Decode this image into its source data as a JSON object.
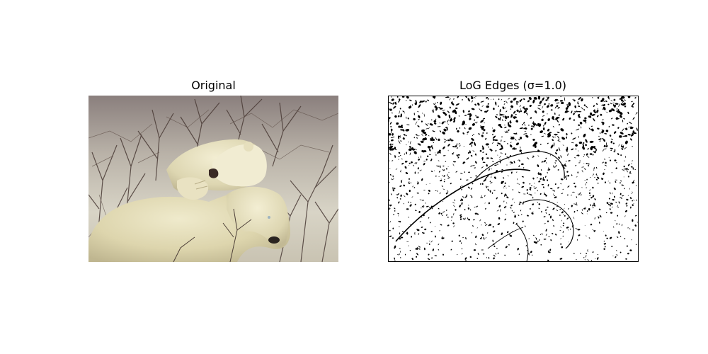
{
  "figure": {
    "panels": [
      {
        "title": "Original",
        "image_description_icon": "polar-bears-photo"
      },
      {
        "title": "LoG Edges (σ=1.0)",
        "image_description_icon": "log-edge-map"
      }
    ]
  }
}
